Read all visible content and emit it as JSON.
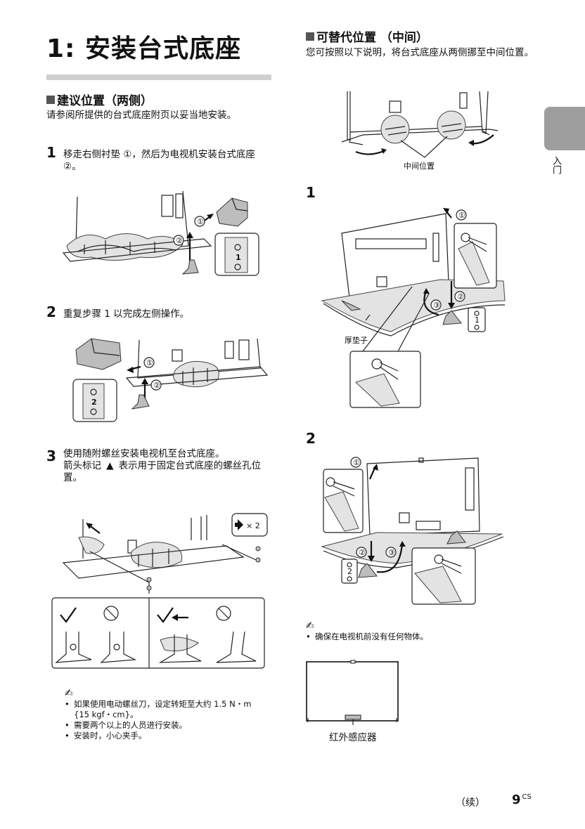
{
  "page": {
    "title": "1: 安装台式底座",
    "side_label": "入门",
    "footer_continued": "（续）",
    "footer_page": "9",
    "footer_lang": "CS"
  },
  "left": {
    "section_heading": "建议位置（两侧）",
    "section_intro": "请参阅所提供的台式底座附页以妥当地安装。",
    "steps": [
      {
        "num": "1",
        "text": "移走右侧衬垫 ①，然后为电视机安装台式底座 ②。"
      },
      {
        "num": "2",
        "text": "重复步骤 1 以完成左侧操作。"
      },
      {
        "num": "3",
        "text_a": "使用随附螺丝安装电视机至台式底座。",
        "text_b": "箭头标记",
        "text_c": "表示用于固定台式底座的螺丝孔位置。"
      }
    ],
    "fig1_labels": {
      "c1": "①",
      "c2": "②",
      "plate_num": "1"
    },
    "fig2_labels": {
      "c1": "①",
      "c2": "②",
      "plate_num": "2"
    },
    "fig3_labels": {
      "times": "× 2"
    },
    "notes": [
      "如果使用电动螺丝刀，设定转矩至大约 1.5 N・m {15 kgf・cm}。",
      "需要两个以上的人员进行安装。",
      "安装时，小心夹手。"
    ]
  },
  "right": {
    "section_heading": "可替代位置 （中间）",
    "section_intro": "您可按照以下说明，将台式底座从两侧挪至中间位置。",
    "middle_label": "中间位置",
    "step1_num": "1",
    "step1_labels": {
      "c1": "①",
      "c2": "②",
      "c3": "③",
      "pad": "厚垫子",
      "plate_num": "1"
    },
    "step2_num": "2",
    "step2_labels": {
      "c1": "①",
      "c2": "②",
      "c3": "③",
      "plate_num": "2"
    },
    "notes": [
      "确保在电视机前没有任何物体。"
    ],
    "ir_label": "红外感应器"
  }
}
